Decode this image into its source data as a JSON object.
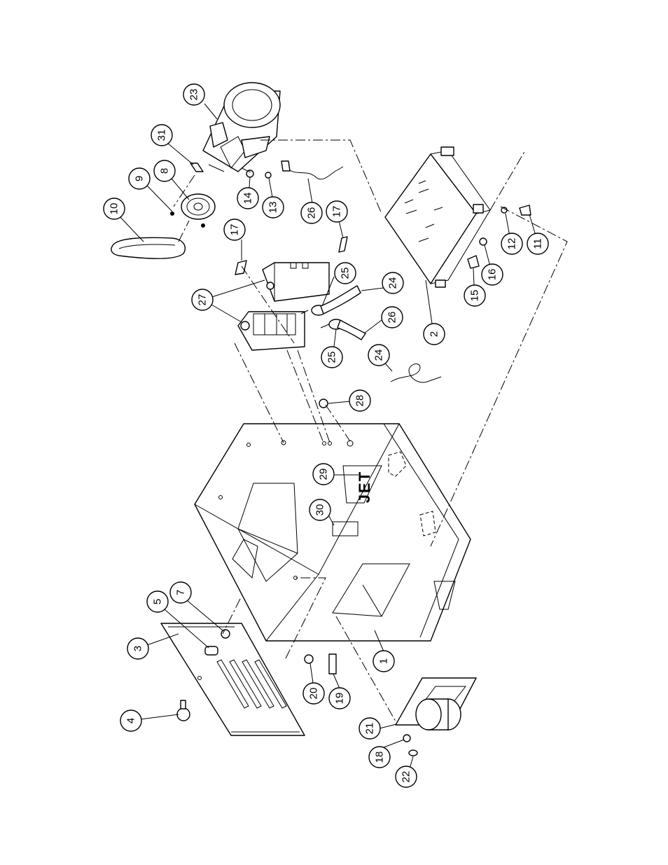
{
  "diagram": {
    "brand_label": "JET",
    "callouts": [
      "1",
      "2",
      "3",
      "4",
      "5",
      "7",
      "8",
      "9",
      "10",
      "11",
      "12",
      "13",
      "14",
      "15",
      "16",
      "17",
      "17",
      "18",
      "19",
      "20",
      "21",
      "22",
      "23",
      "24",
      "24",
      "25",
      "25",
      "26",
      "26",
      "27",
      "28",
      "29",
      "30",
      "31"
    ]
  }
}
